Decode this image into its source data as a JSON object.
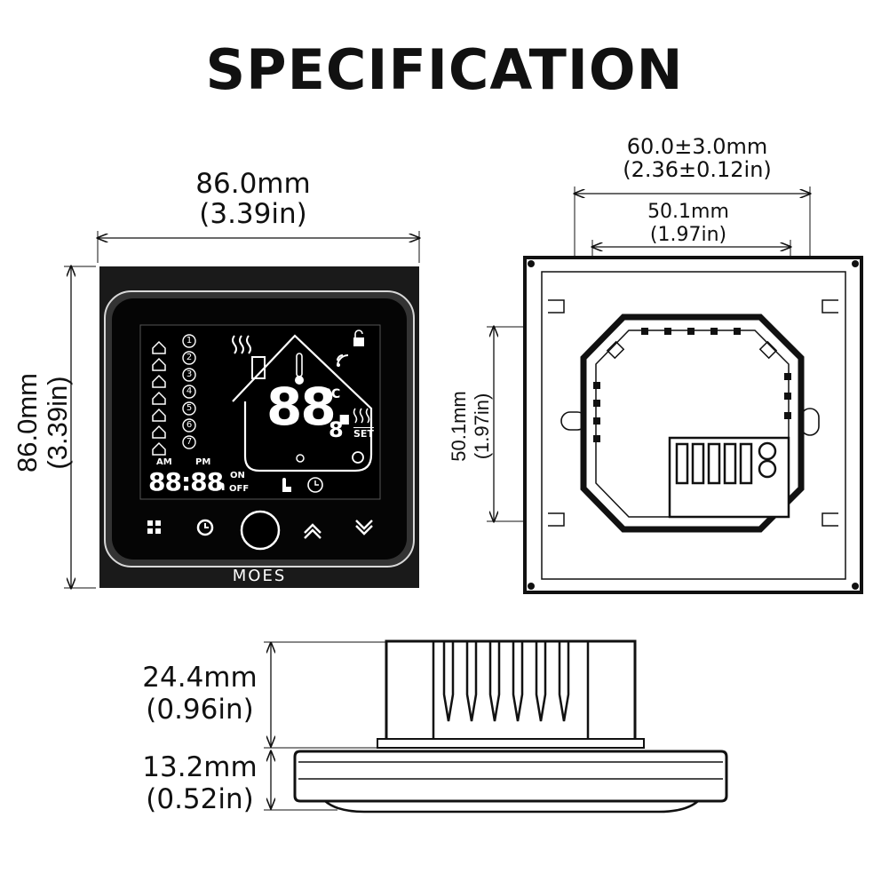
{
  "page": {
    "title": "SPECIFICATION"
  },
  "front_view": {
    "width": {
      "mm": "86.0mm",
      "in": "(3.39in)"
    },
    "height": {
      "mm": "86.0mm",
      "in": "(3.39in)"
    },
    "brand": "MOES",
    "display": {
      "temperature": "88.",
      "temperature_decimal": "8",
      "unit": "°C",
      "set_label": "SET",
      "am_label": "AM",
      "pm_label": "PM",
      "clock": "88:88",
      "clock_suffix": "h",
      "on_label": "ON",
      "off_label": "OFF",
      "program_numbers": [
        "1",
        "2",
        "3",
        "4",
        "5",
        "6",
        "7"
      ]
    },
    "buttons": [
      "menu-grid",
      "clock",
      "power",
      "up",
      "down"
    ]
  },
  "back_view": {
    "outer_width": {
      "mm": "60.0±3.0mm",
      "in": "(2.36±0.12in)"
    },
    "inner_width": {
      "mm": "50.1mm",
      "in": "(1.97in)"
    },
    "inner_height": {
      "mm": "50.1mm",
      "in": "(1.97in)"
    }
  },
  "side_view": {
    "depth_back": {
      "mm": "24.4mm",
      "in": "(0.96in)"
    },
    "depth_front": {
      "mm": "13.2mm",
      "in": "(0.52in)"
    }
  },
  "colors": {
    "line": "#111111",
    "background": "#ffffff"
  }
}
